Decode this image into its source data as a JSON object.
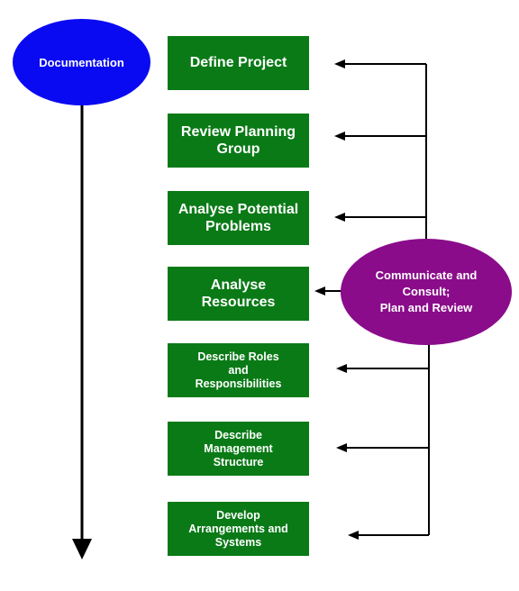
{
  "documentation": {
    "label": "Documentation",
    "color": "#0a0af2"
  },
  "communicate": {
    "line1": "Communicate and",
    "line2": "Consult;",
    "line3": "Plan and Review",
    "color": "#8a0c8a"
  },
  "steps": [
    {
      "line1": "Define Project",
      "line2": "",
      "line3": ""
    },
    {
      "line1": "Review Planning",
      "line2": "Group",
      "line3": ""
    },
    {
      "line1": "Analyse Potential",
      "line2": "Problems",
      "line3": ""
    },
    {
      "line1": "Analyse",
      "line2": "Resources",
      "line3": ""
    },
    {
      "line1": "Describe Roles",
      "line2": "and",
      "line3": "Responsibilities"
    },
    {
      "line1": "Describe",
      "line2": "Management",
      "line3": "Structure"
    },
    {
      "line1": "Develop",
      "line2": "Arrangements and",
      "line3": "Systems"
    }
  ],
  "colors": {
    "step_box": "#0a7a16",
    "arrow": "#000000"
  }
}
